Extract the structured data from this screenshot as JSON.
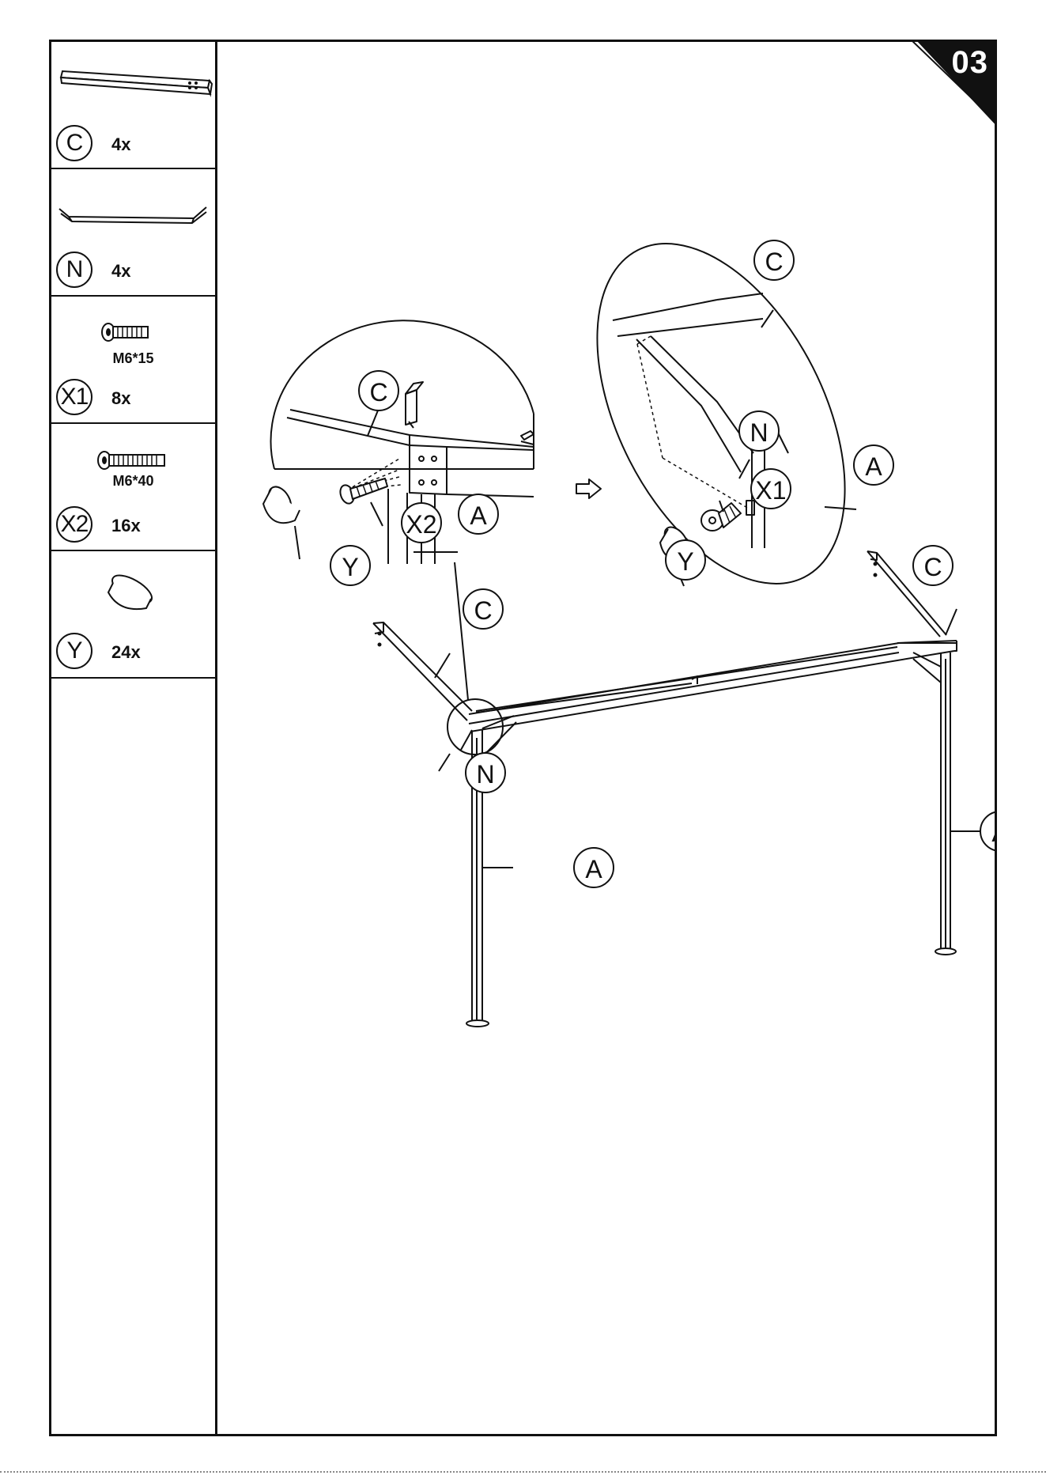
{
  "step": {
    "number": "03"
  },
  "parts": [
    {
      "letter": "C",
      "qty": "4x",
      "icon": "bar-icon"
    },
    {
      "letter": "N",
      "qty": "4x",
      "icon": "brace-icon"
    },
    {
      "letter": "X1",
      "qty": "8x",
      "spec": "M6*15",
      "icon": "short-bolt-icon"
    },
    {
      "letter": "X2",
      "qty": "16x",
      "spec": "M6*40",
      "icon": "long-bolt-icon"
    },
    {
      "letter": "Y",
      "qty": "24x",
      "icon": "cap-icon"
    }
  ],
  "labels": {
    "c": "C",
    "a": "A",
    "n": "N",
    "x1": "X1",
    "x2": "X2",
    "y": "Y"
  },
  "colors": {
    "ink": "#111111",
    "paper": "#ffffff"
  }
}
